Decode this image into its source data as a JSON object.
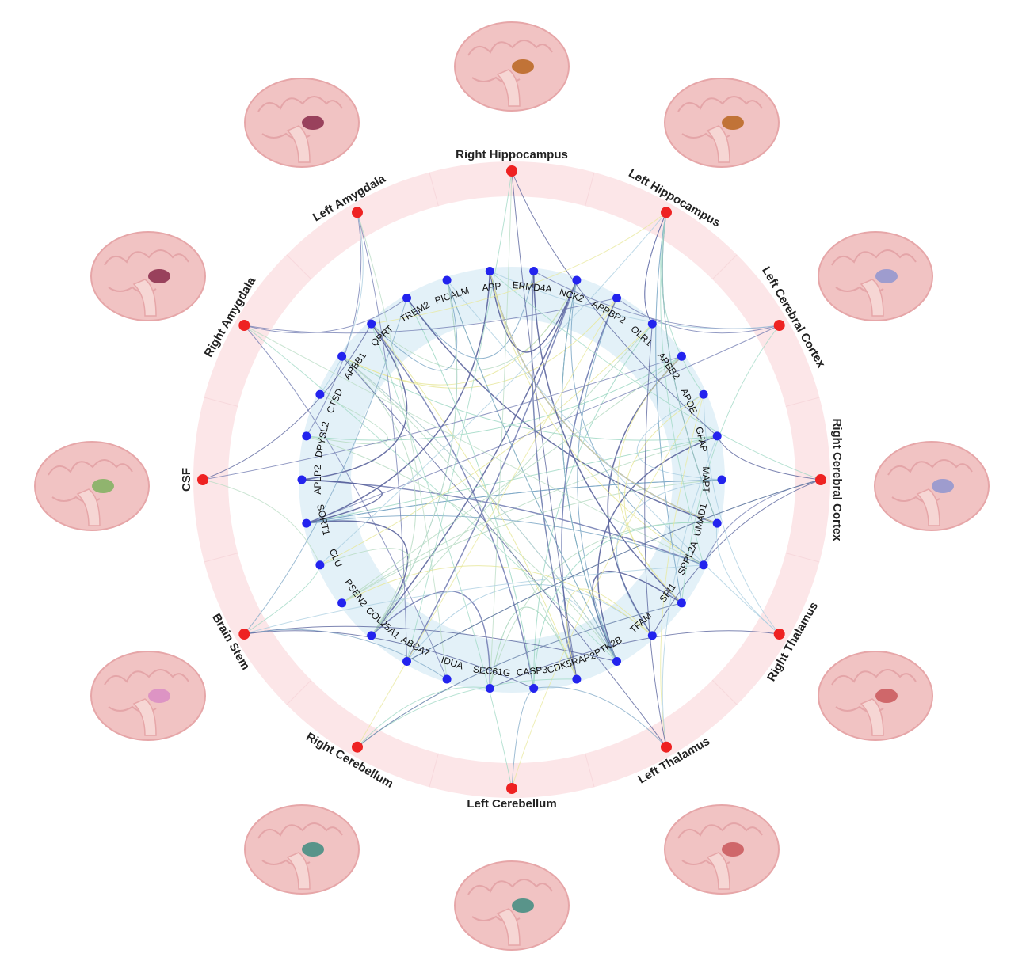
{
  "regions": [
    {
      "id": "right-hippocampus",
      "label": "Right Hippocampus",
      "highlight": "#b8651f"
    },
    {
      "id": "left-hippocampus",
      "label": "Left Hippocampus",
      "highlight": "#b8651f"
    },
    {
      "id": "left-cerebral-cortex",
      "label": "Left Cerebral Cortex",
      "highlight": "#8f95d0"
    },
    {
      "id": "right-cerebral-cortex",
      "label": "Right Cerebral Cortex",
      "highlight": "#8f95d0"
    },
    {
      "id": "right-thalamus",
      "label": "Right Thalamus",
      "highlight": "#c9575a"
    },
    {
      "id": "left-thalamus",
      "label": "Left Thalamus",
      "highlight": "#c9575a"
    },
    {
      "id": "left-cerebellum",
      "label": "Left Cerebellum",
      "highlight": "#3e8c80"
    },
    {
      "id": "right-cerebellum",
      "label": "Right Cerebellum",
      "highlight": "#3e8c80"
    },
    {
      "id": "brain-stem",
      "label": "Brain Stem",
      "highlight": "#d98cc4"
    },
    {
      "id": "csf",
      "label": "CSF",
      "highlight": "#7fb25f"
    },
    {
      "id": "right-amygdala",
      "label": "Right Amygdala",
      "highlight": "#8a2a4a"
    },
    {
      "id": "left-amygdala",
      "label": "Left Amygdala",
      "highlight": "#8a2a4a"
    }
  ],
  "genes": [
    "APP",
    "ERMD4A",
    "NCK2",
    "APPBP2",
    "OLR1",
    "APBB2",
    "APOE",
    "GFAP",
    "MAPT",
    "UMAD1",
    "SPPL2A",
    "SPI1",
    "TFAM",
    "PTK2B",
    "CDK5RAP2",
    "CASP3",
    "SEC61G",
    "IDUA",
    "ABCA7",
    "COL25A1",
    "PSEN2",
    "CLU",
    "SORT1",
    "APLP2",
    "DPYSL2",
    "CTSD",
    "APBB1",
    "QPRT",
    "TREM2",
    "PICALM"
  ],
  "colors": {
    "region_node": "#ee2222",
    "gene_node": "#2323ee",
    "outer_ring": "#fce6e8",
    "inner_band": "#e3f1f8",
    "edge_palette": [
      "#9fd8c4",
      "#b9dcc4",
      "#6f79b0",
      "#525c98",
      "#e8e89c",
      "#a9cde0",
      "#7da7c6"
    ]
  }
}
